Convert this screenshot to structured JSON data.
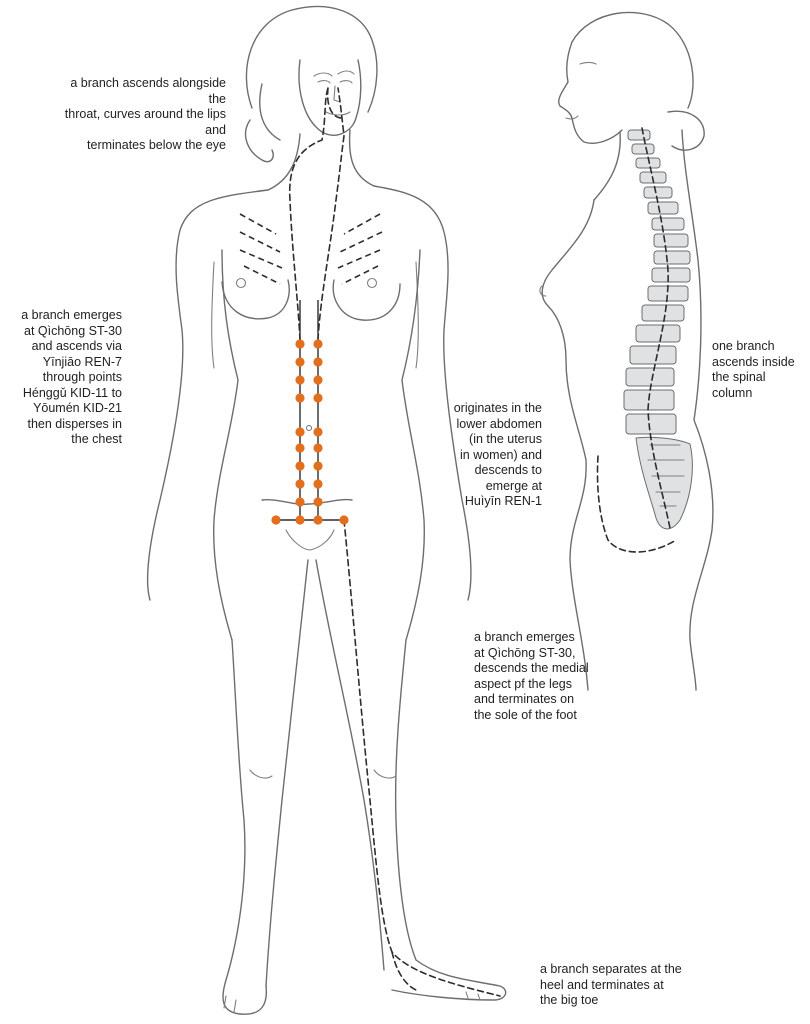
{
  "annotations": {
    "throat": "a branch ascends alongside the\nthroat, curves around the lips and\nterminates below the eye",
    "chest": "a branch emerges\nat Qìchōng ST-30\nand ascends via\nYīnjiāo REN-7\nthrough points\nHénggǔ KID-11 to\nYōumén KID-21\nthen disperses in\nthe chest",
    "spinal": "one branch\nascends inside\nthe spinal\ncolumn",
    "origin": "originates in the\nlower abdomen\n(in the uterus\nin women) and\ndescends to\nemerge at\nHuìyīn REN-1",
    "legs": "a branch emerges\nat Qìchōng ST-30,\ndescends the medial\naspect pf the legs\nand terminates on\nthe sole of the foot",
    "toe": "a branch separates at the\nheel and terminates at\nthe big toe"
  },
  "colors": {
    "point": "#e36f1e",
    "outline": "#6b6e70",
    "channel": "#2b2d2f",
    "vertebra": "#dfe1e2"
  },
  "icons": {
    "acupoint": "orange-dot",
    "channel": "dashed-line"
  }
}
